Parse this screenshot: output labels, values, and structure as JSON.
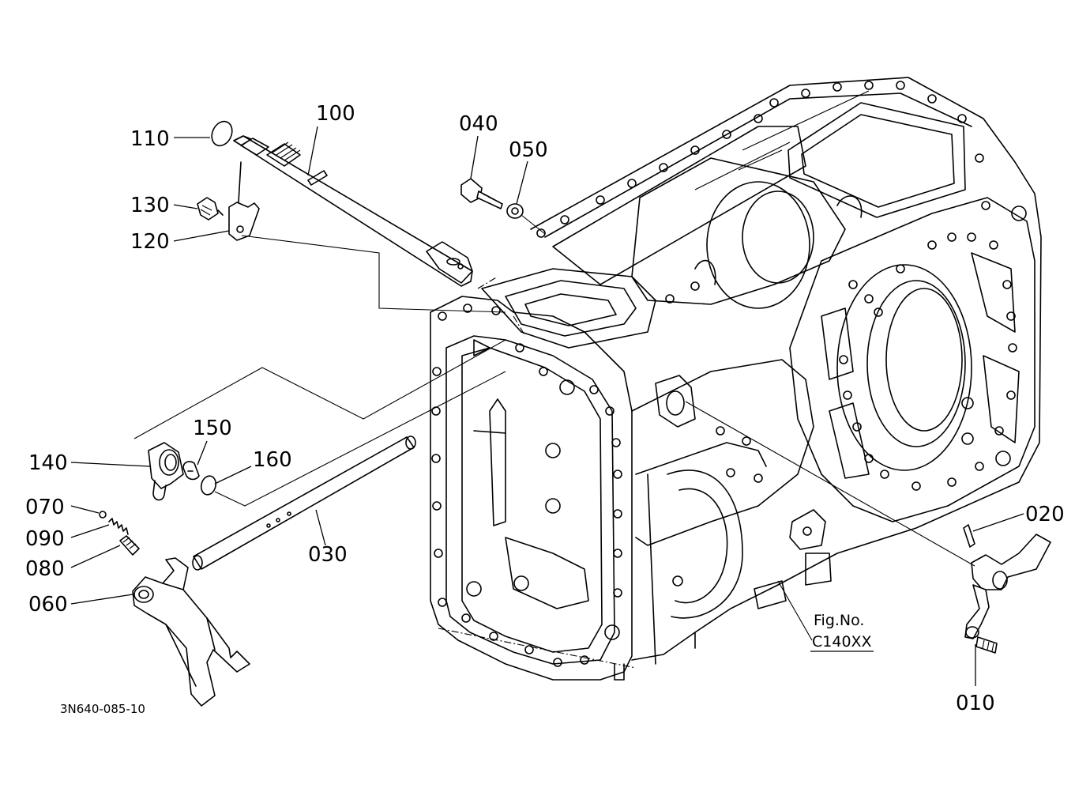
{
  "parts": [
    {
      "id": "p010",
      "label": "010"
    },
    {
      "id": "p020",
      "label": "020"
    },
    {
      "id": "p030",
      "label": "030"
    },
    {
      "id": "p040",
      "label": "040"
    },
    {
      "id": "p050",
      "label": "050"
    },
    {
      "id": "p060",
      "label": "060"
    },
    {
      "id": "p070",
      "label": "070"
    },
    {
      "id": "p080",
      "label": "080"
    },
    {
      "id": "p090",
      "label": "090"
    },
    {
      "id": "p100",
      "label": "100"
    },
    {
      "id": "p110",
      "label": "110"
    },
    {
      "id": "p120",
      "label": "120"
    },
    {
      "id": "p130",
      "label": "130"
    },
    {
      "id": "p140",
      "label": "140"
    },
    {
      "id": "p150",
      "label": "150"
    },
    {
      "id": "p160",
      "label": "160"
    }
  ],
  "figure_ref": {
    "line1": "Fig.No.",
    "line2": "C140XX"
  },
  "drawing_number": "3N640-085-10"
}
